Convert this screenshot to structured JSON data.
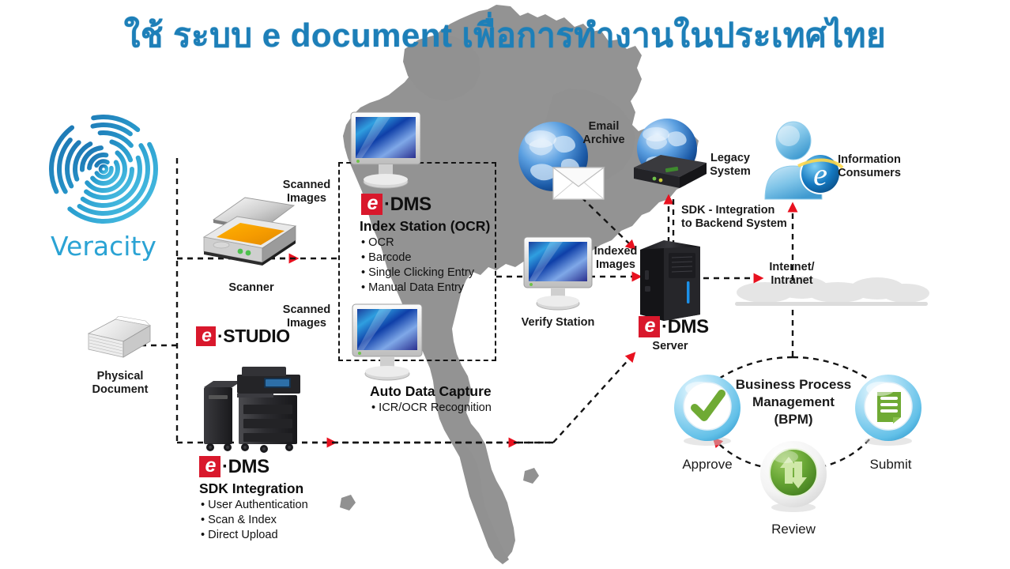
{
  "title": "ใช้ ระบบ e document เพื่อการทำงานในประเทศไทย",
  "brand": {
    "edms_e": "e",
    "edms_name": "·DMS",
    "estudio_e": "e",
    "estudio_name": "·STUDIO"
  },
  "colors": {
    "title_blue": "#1d7fb8",
    "brand_red": "#d9182c",
    "map_gray": "#919191",
    "arrow_red": "#e8111f",
    "logo_blue": "#1f7fbf",
    "bpm_sphere_blue": "#8ed2ef",
    "bpm_green": "#6faa34",
    "review_green": "#4e8a22"
  },
  "logo": {
    "wordmark": "Veracity"
  },
  "nodes": {
    "physical_document": "Physical\nDocument",
    "scanner": "Scanner",
    "scanned_images_top": "Scanned\nImages",
    "scanned_images_bottom": "Scanned\nImages",
    "index_station_title": "Index Station (OCR)",
    "index_station_bullets": [
      "OCR",
      "Barcode",
      "Single Clicking Entry",
      "Manual Data Entry"
    ],
    "auto_data_capture_title": "Auto Data Capture",
    "auto_data_capture_bullets": [
      "ICR/OCR Recognition"
    ],
    "sdk_integration_title": "SDK Integration",
    "sdk_integration_bullets": [
      "User Authentication",
      "Scan & Index",
      "Direct Upload"
    ],
    "email_archive": "Email\nArchive",
    "verify_station": "Verify Station",
    "indexed_images": "Indexed\nImages",
    "server": "Server",
    "legacy_system": "Legacy\nSystem",
    "sdk_backend": "SDK - Integration\nto Backend System",
    "information_consumers": "Information\nConsumers",
    "internet_intranet": "Internet/\nIntranet",
    "bpm_title": "Business Process\nManagement\n(BPM)",
    "bpm_approve": "Approve",
    "bpm_submit": "Submit",
    "bpm_review": "Review"
  }
}
